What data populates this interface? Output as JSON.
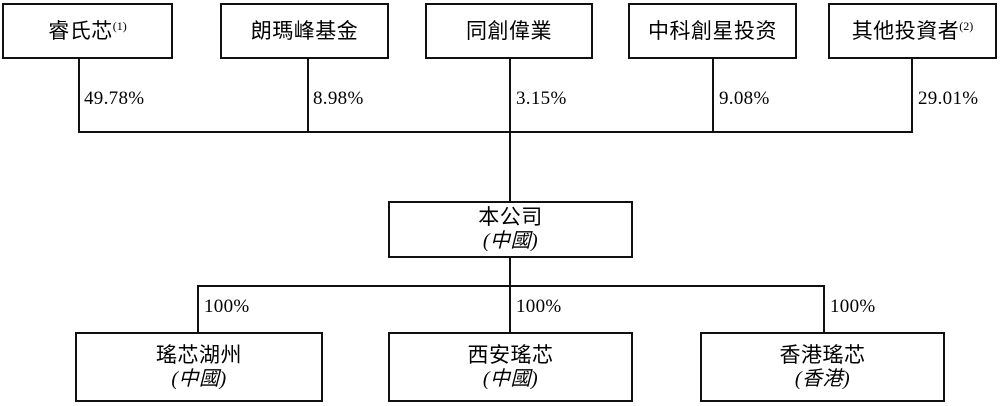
{
  "diagram": {
    "title": "Shareholding and corporate structure chart",
    "line_color": "#111111",
    "background_color": "#ffffff"
  },
  "shareholders": [
    {
      "name": "睿氏芯",
      "footnote": "(1)",
      "percent": "49.78%"
    },
    {
      "name": "朗瑪峰基金",
      "footnote": "",
      "percent": "8.98%"
    },
    {
      "name": "同創偉業",
      "footnote": "",
      "percent": "3.15%"
    },
    {
      "name": "中科創星投资",
      "footnote": "",
      "percent": "9.08%"
    },
    {
      "name": "其他投資者",
      "footnote": "(2)",
      "percent": "29.01%"
    }
  ],
  "company": {
    "name": "本公司",
    "place": "(中國)"
  },
  "subsidiaries": [
    {
      "name": "瑤芯湖州",
      "place": "(中國)",
      "percent": "100%"
    },
    {
      "name": "西安瑤芯",
      "place": "(中國)",
      "percent": "100%"
    },
    {
      "name": "香港瑤芯",
      "place": "(香港)",
      "percent": "100%"
    }
  ]
}
